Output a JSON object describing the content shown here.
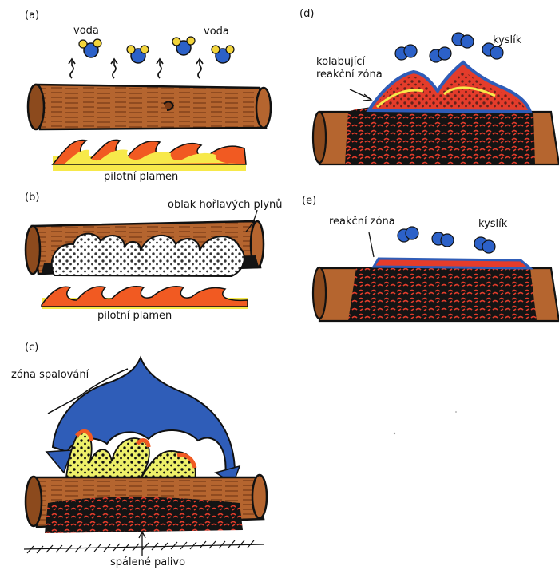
{
  "panels": {
    "a": {
      "letter": "(a)",
      "water_label_left": "voda",
      "water_label_right": "voda",
      "flame_label": "pilotní plamen"
    },
    "b": {
      "letter": "(b)",
      "gas_cloud_label": "oblak hořlavých plynů",
      "flame_label": "pilotní plamen"
    },
    "c": {
      "letter": "(c)",
      "combustion_zone_label": "zóna spalování",
      "burnt_fuel_label": "spálené palivo"
    },
    "d": {
      "letter": "(d)",
      "reaction_zone_line1": "kolabující",
      "reaction_zone_line2": "reakční zóna",
      "oxygen_label": "kyslík"
    },
    "e": {
      "letter": "(e)",
      "reaction_zone_label": "reakční zóna",
      "oxygen_label": "kyslík"
    }
  },
  "colors": {
    "wood": "#b5652f",
    "wood_dark": "#7a3b16",
    "flame_orange": "#f15a22",
    "flame_yellow": "#f7e94a",
    "zone_blue": "#2f5db8",
    "molecule_blue": "#2c61c8",
    "molecule_yellow": "#f2d43b",
    "char_black": "#141414",
    "ember_red": "#e43c2b",
    "gas_white": "#ffffff",
    "pyro_yellow": "#eef06a"
  }
}
